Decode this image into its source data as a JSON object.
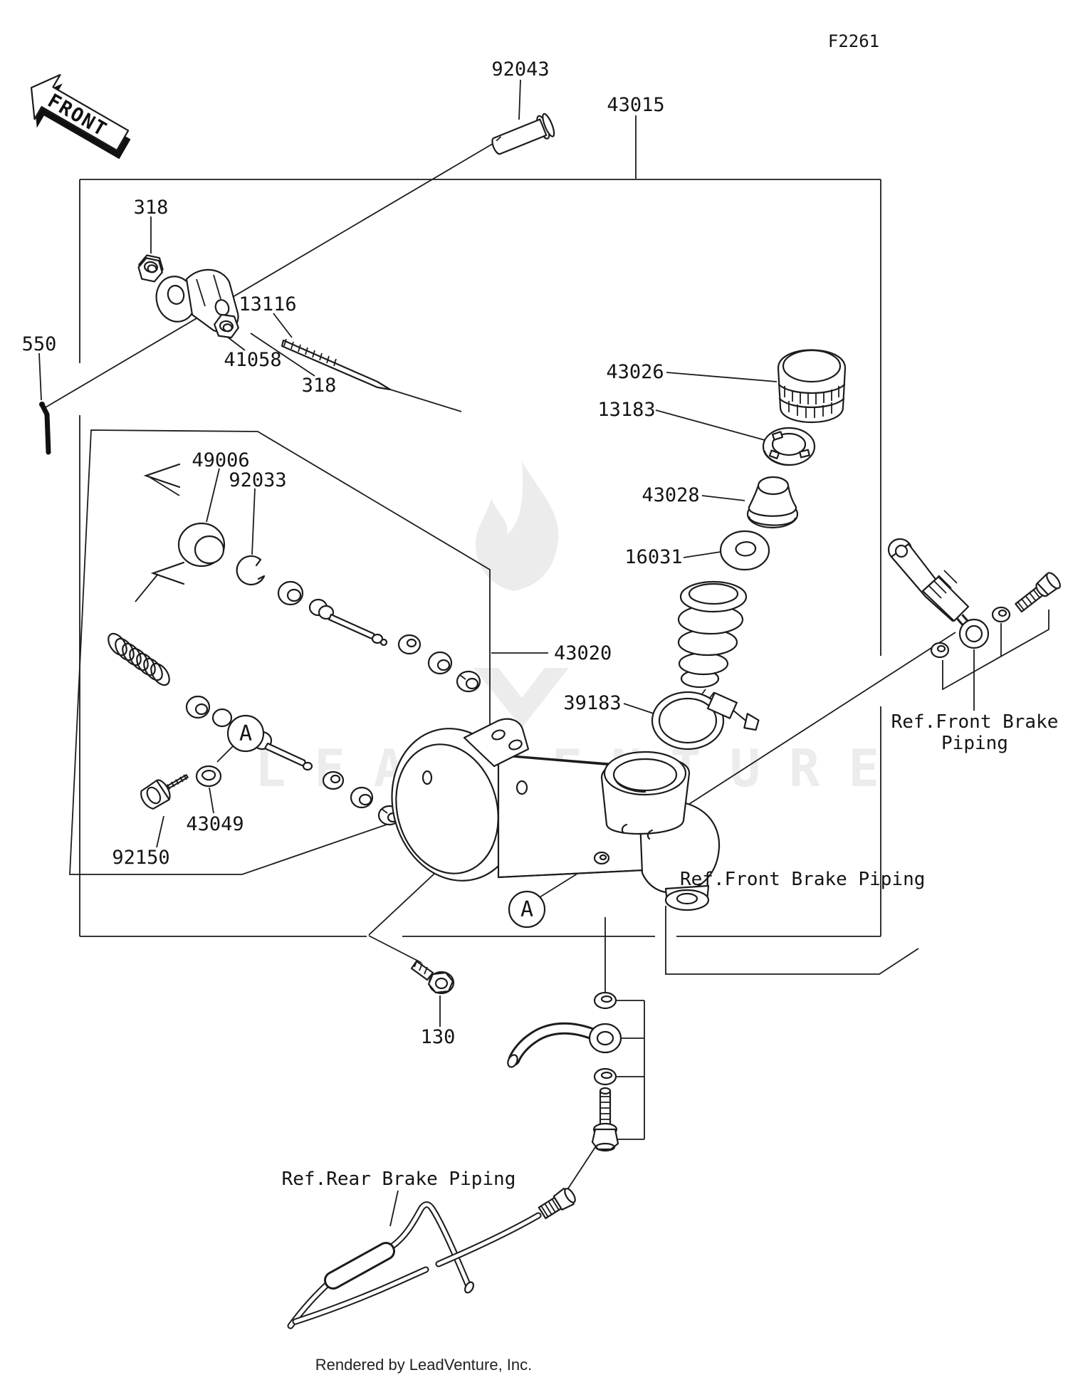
{
  "figure_code": "F2261",
  "front_arrow": "FRONT",
  "callout_a": "A",
  "watermark": {
    "text": "LEADVENTURE"
  },
  "footer": {
    "text": "Rendered by LeadVenture, Inc."
  },
  "parts": [
    {
      "num": "92043"
    },
    {
      "num": "43015"
    },
    {
      "num": "318"
    },
    {
      "num": "41058"
    },
    {
      "num": "318"
    },
    {
      "num": "13116"
    },
    {
      "num": "550"
    },
    {
      "num": "49006"
    },
    {
      "num": "92033"
    },
    {
      "num": "43026"
    },
    {
      "num": "13183"
    },
    {
      "num": "43028"
    },
    {
      "num": "16031"
    },
    {
      "num": "43020"
    },
    {
      "num": "39183"
    },
    {
      "num": "43049"
    },
    {
      "num": "92150"
    },
    {
      "num": "130"
    }
  ],
  "refs": {
    "front_upper_line1": "Ref.Front Brake",
    "front_upper_line2": "Piping",
    "front_lower": "Ref.Front Brake Piping",
    "rear": "Ref.Rear Brake Piping"
  }
}
